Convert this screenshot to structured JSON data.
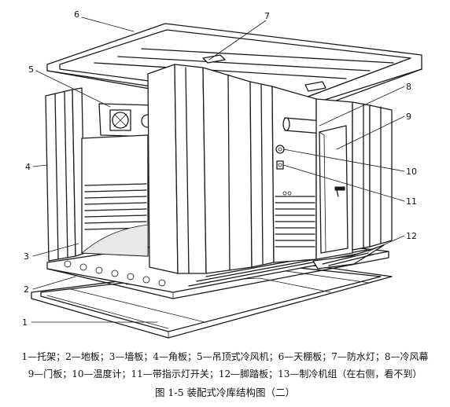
{
  "figure": {
    "callouts": [
      "1",
      "2",
      "3",
      "4",
      "5",
      "6",
      "7",
      "8",
      "9",
      "10",
      "11",
      "12"
    ],
    "legend_line_1": "1—托架；2—地板；3—墙板；4—角板；5—吊顶式冷风机；6—天棚板；7—防水灯；8—冷风幕",
    "legend_line_2": "9—门板；10—温度计；11—带指示灯开关；12—脚踏板；13—制冷机组（在右侧，看不到）",
    "caption": "图 1-5    装配式冷库结构图（二）"
  }
}
